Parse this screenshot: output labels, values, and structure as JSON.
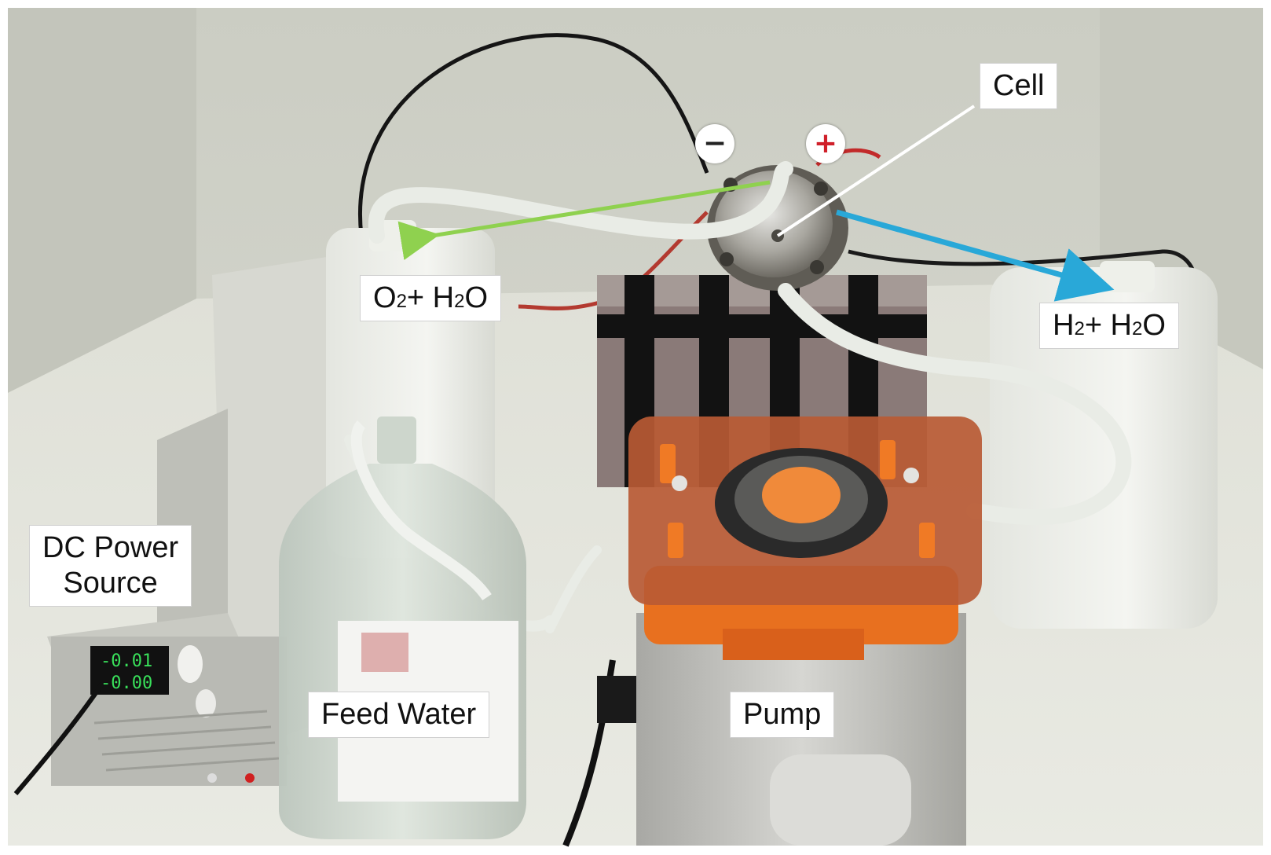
{
  "labels": {
    "cell": "Cell",
    "oxygen_output": {
      "main1": "O",
      "sub1": "2",
      "main2": "+ H",
      "sub2": "2",
      "main3": "O"
    },
    "hydrogen_output": {
      "main1": "H",
      "sub1": "2",
      "main2": "+ H",
      "sub2": "2",
      "main3": "O"
    },
    "dc_power_source": {
      "line1": "DC Power",
      "line2": "Source"
    },
    "feed_water": "Feed Water",
    "pump": "Pump"
  },
  "terminals": {
    "negative": "−",
    "positive": "+"
  },
  "display_readout": {
    "line1": "-0.01",
    "line2": "-0.00"
  },
  "colors": {
    "oxygen_arrow": "#8fd14f",
    "hydrogen_arrow": "#29a8d8",
    "pump_accent": "#e8701f",
    "positive_terminal": "#d0202a",
    "negative_terminal": "#222222",
    "display_digits": "#39e05a"
  },
  "icons": [
    "minus-terminal-icon",
    "plus-terminal-icon",
    "green-arrow-icon",
    "blue-arrow-icon"
  ]
}
